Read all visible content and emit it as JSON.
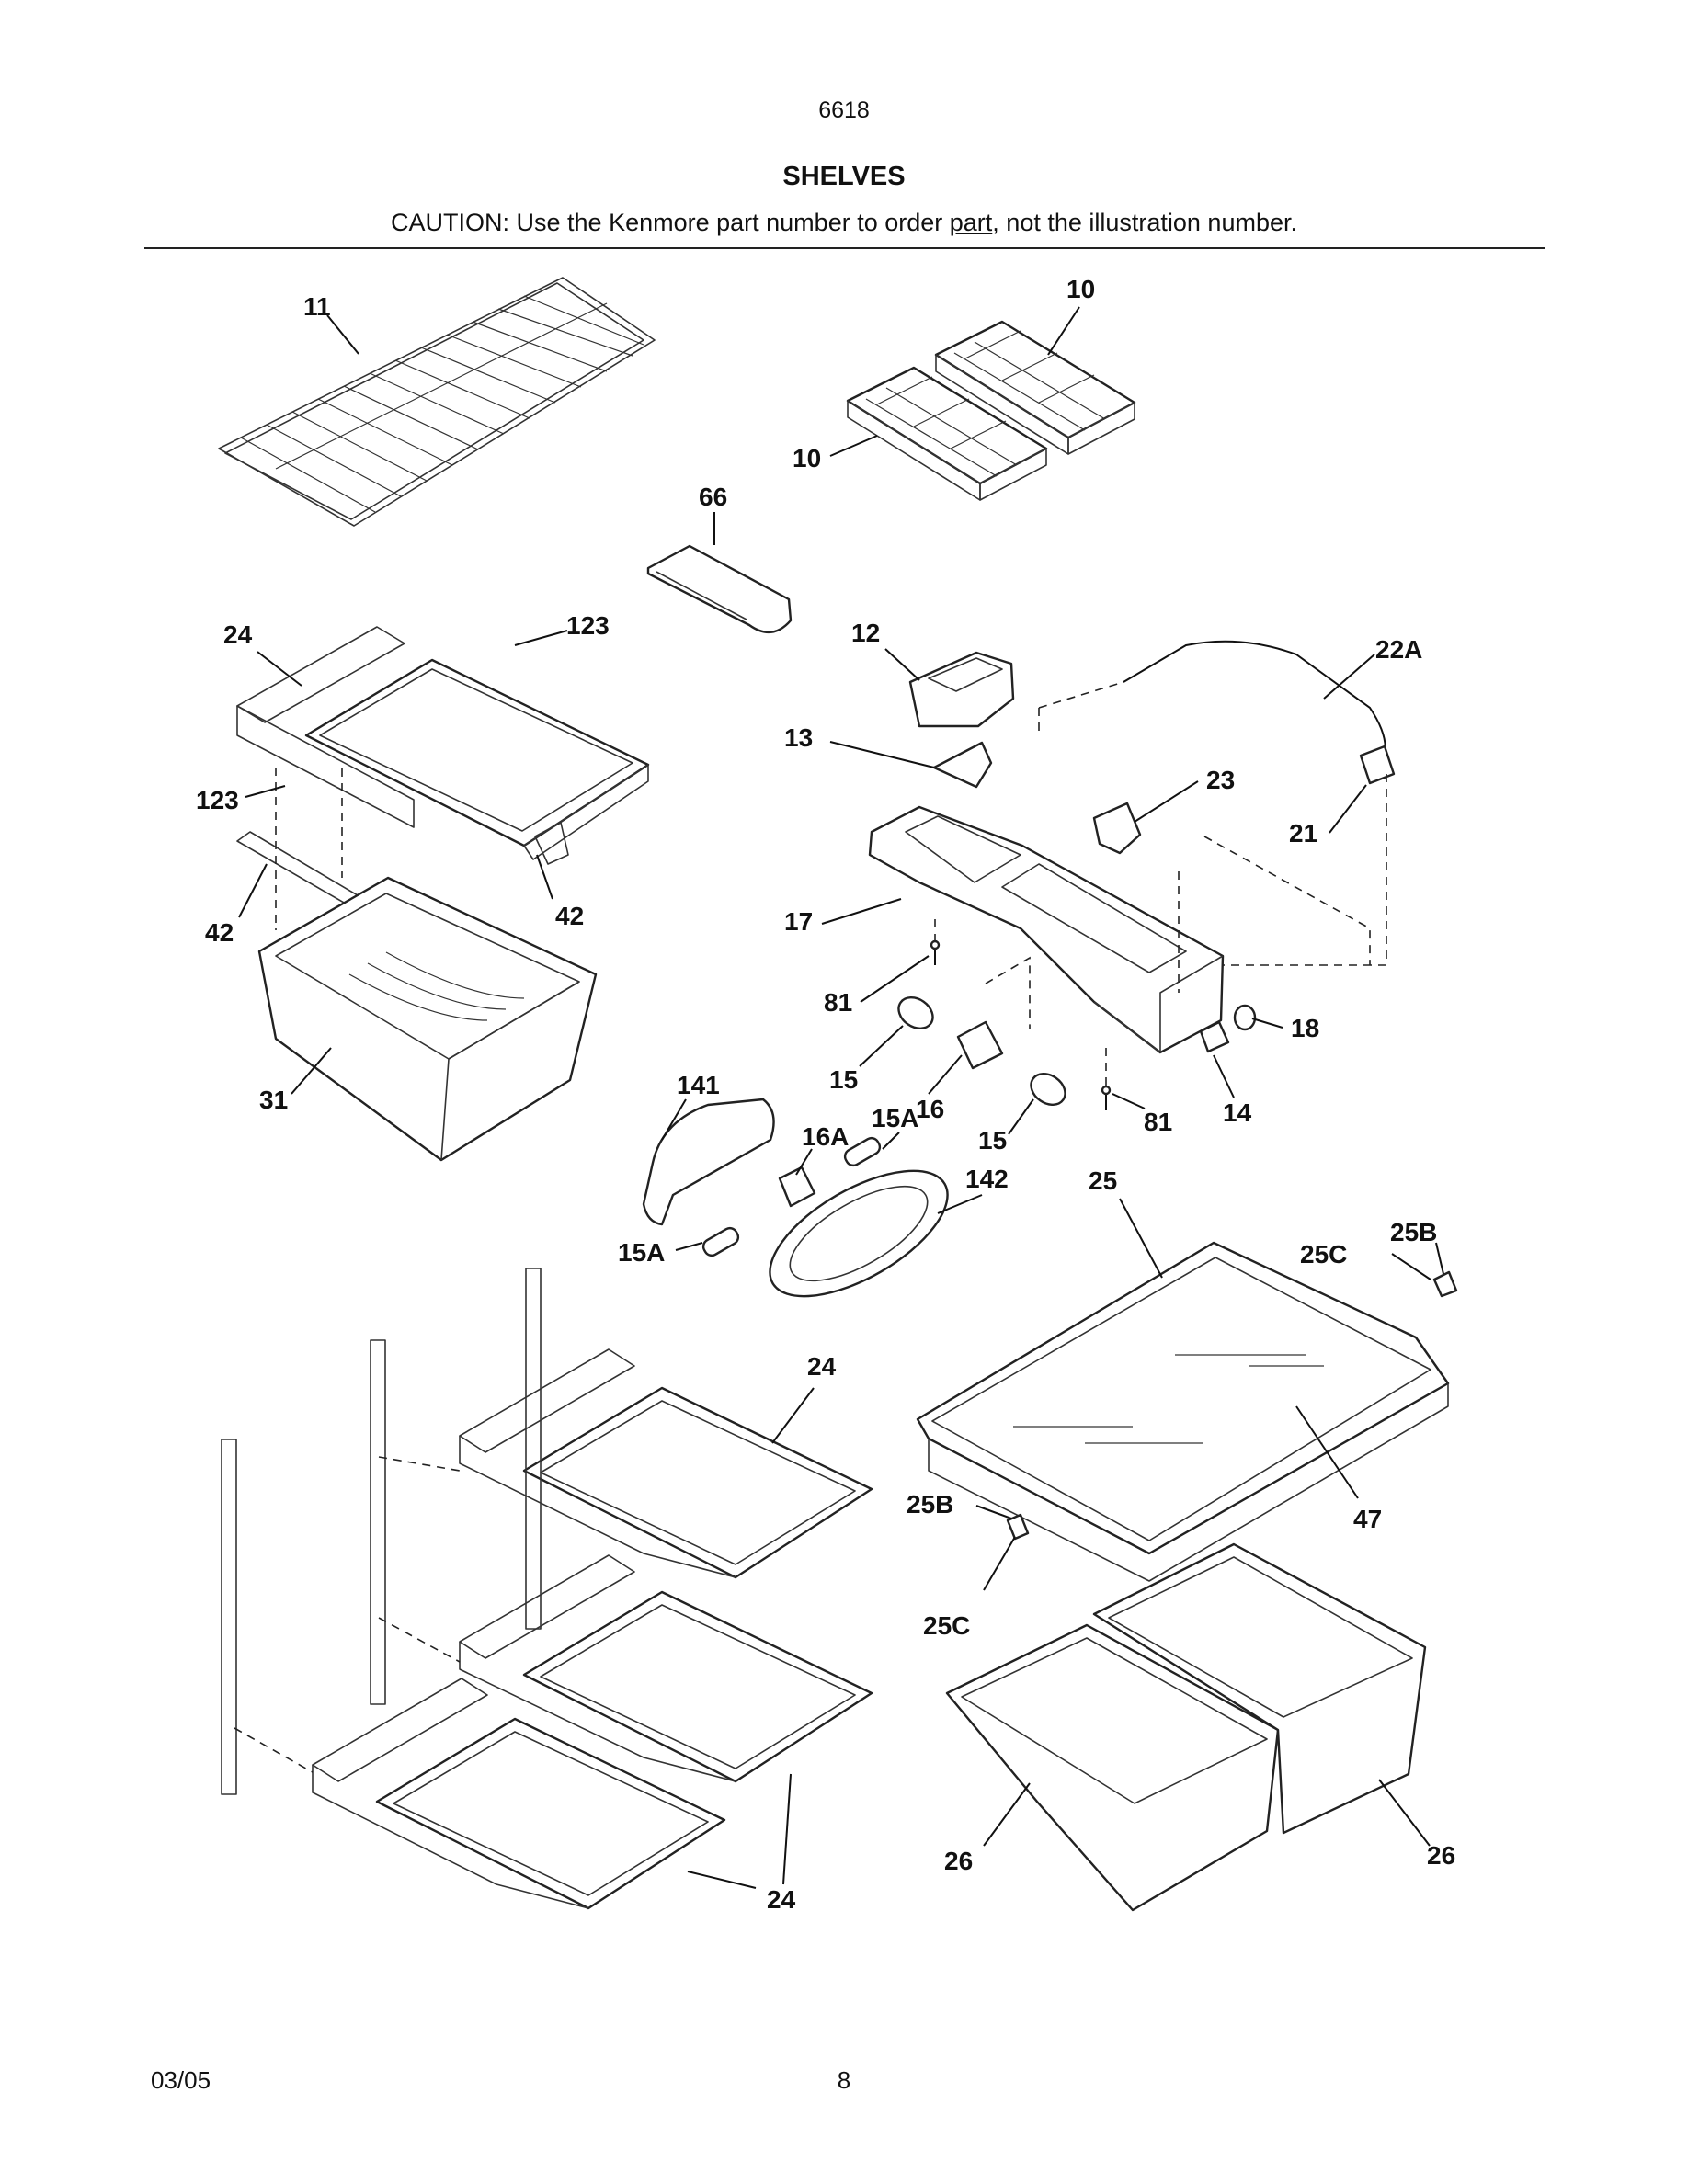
{
  "header": {
    "model": "6618",
    "title": "SHELVES",
    "caution_before": "CAUTION: Use the Kenmore part number to order ",
    "caution_underlined": "part",
    "caution_after": ", not the illustration number."
  },
  "callouts": {
    "c11": "11",
    "c10a": "10",
    "c10b": "10",
    "c66": "66",
    "c24a": "24",
    "c123a": "123",
    "c123b": "123",
    "c42a": "42",
    "c42b": "42",
    "c31": "31",
    "c12": "12",
    "c22A": "22A",
    "c13": "13",
    "c23": "23",
    "c21": "21",
    "c17": "17",
    "c81a": "81",
    "c81b": "81",
    "c18": "18",
    "c14": "14",
    "c15a": "15",
    "c16": "16",
    "c15b": "15",
    "c141": "141",
    "c16A": "16A",
    "c15Aa": "15A",
    "c15Ab": "15A",
    "c142": "142",
    "c25": "25",
    "c25B_a": "25B",
    "c25C_a": "25C",
    "c47": "47",
    "c25B_b": "25B",
    "c25C_b": "25C",
    "c24b": "24",
    "c24c": "24",
    "c26a": "26",
    "c26b": "26"
  },
  "footer": {
    "date": "03/05",
    "page": "8"
  }
}
